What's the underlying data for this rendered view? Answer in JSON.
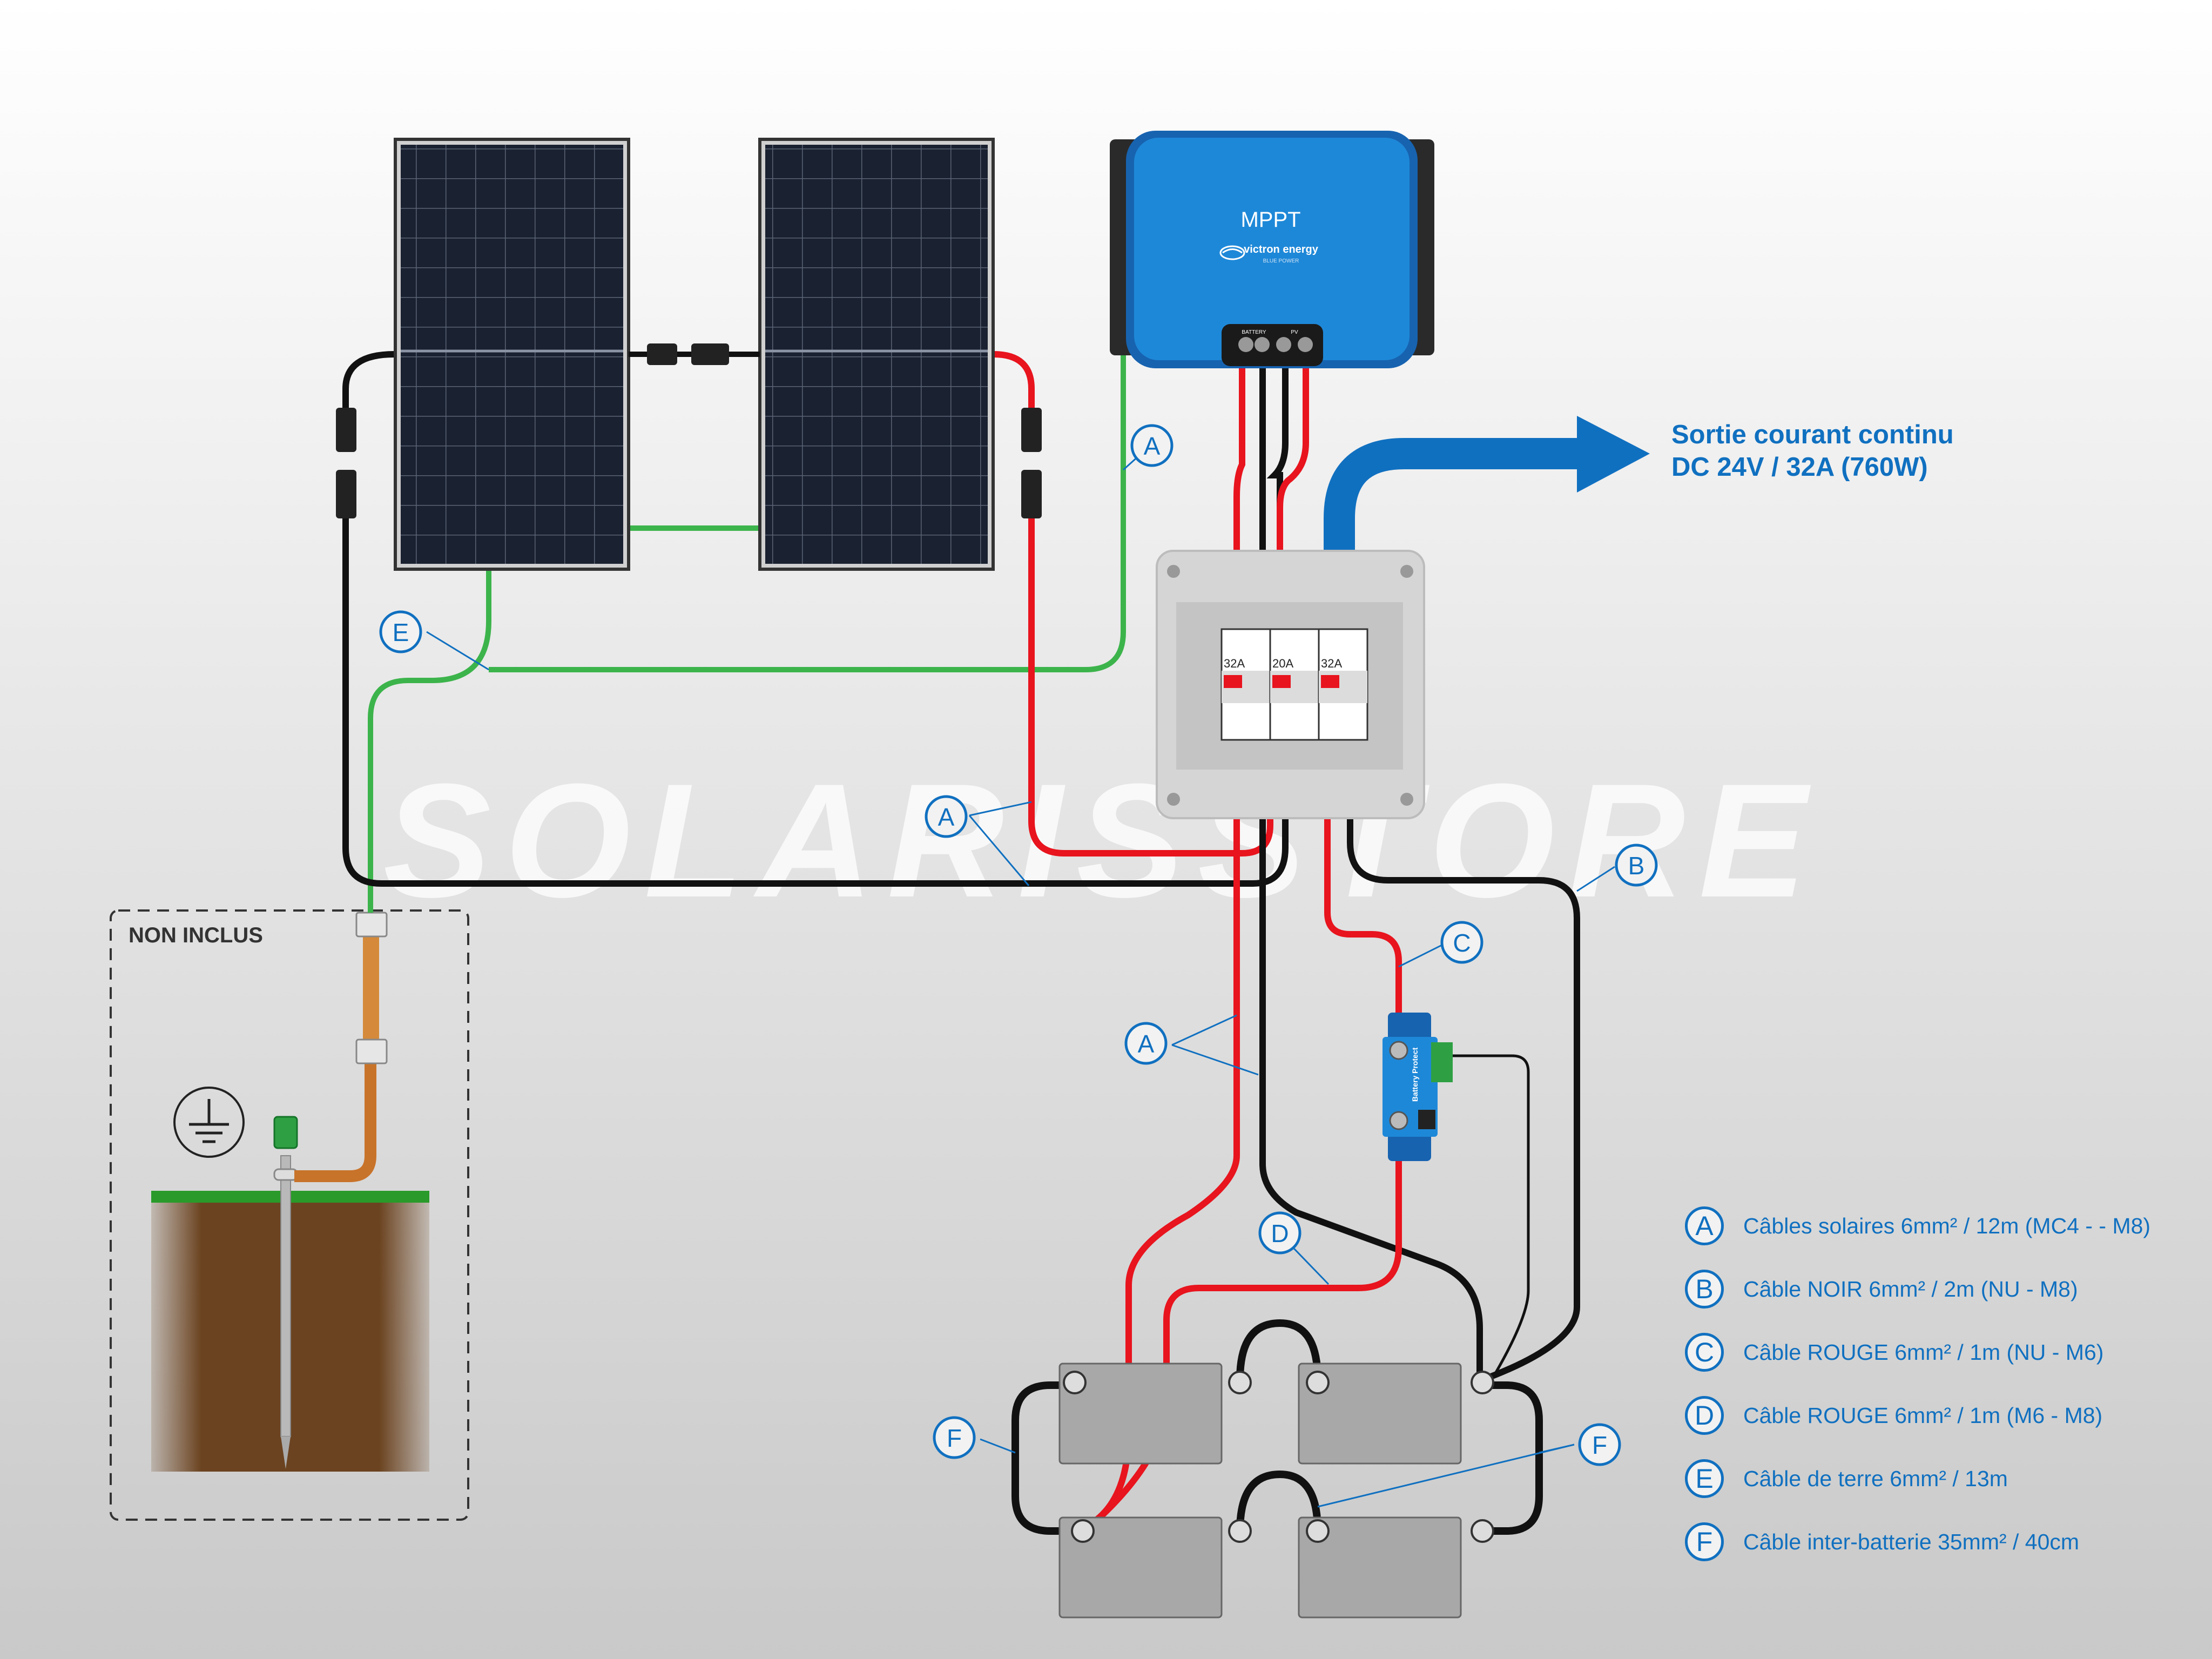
{
  "watermark": "SOLARISSTORE",
  "not_included_label": "NON INCLUS",
  "controller": {
    "title": "MPPT",
    "brand": "victron energy",
    "brand_tagline": "BLUE POWER",
    "terminal_battery": "BATTERY",
    "terminal_pv": "PV"
  },
  "output_arrow_label": {
    "line1": "Sortie courant continu",
    "line2": "DC 24V / 32A (760W)"
  },
  "breakers": [
    "32A",
    "20A",
    "32A"
  ],
  "battery_protect_label": "Battery Protect",
  "cable_tags": [
    "A",
    "A",
    "A",
    "B",
    "C",
    "D",
    "E",
    "F",
    "F"
  ],
  "legend": [
    {
      "letter": "A",
      "text": "Câbles solaires 6mm² / 12m (MC4 - - M8)"
    },
    {
      "letter": "B",
      "text": "Câble NOIR 6mm² / 2m (NU - M8)"
    },
    {
      "letter": "C",
      "text": "Câble ROUGE 6mm² / 1m (NU - M6)"
    },
    {
      "letter": "D",
      "text": "Câble ROUGE 6mm² / 1m (M6 - M8)"
    },
    {
      "letter": "E",
      "text": "Câble de terre 6mm² / 13m"
    },
    {
      "letter": "F",
      "text": "Câble inter-batterie 35mm² / 40cm"
    }
  ],
  "colors": {
    "accent_blue": "#1070c0",
    "cable_red": "#e8141e",
    "cable_black": "#111111",
    "earth_green": "#3cb44b",
    "controller_blue": "#1e88d8"
  }
}
